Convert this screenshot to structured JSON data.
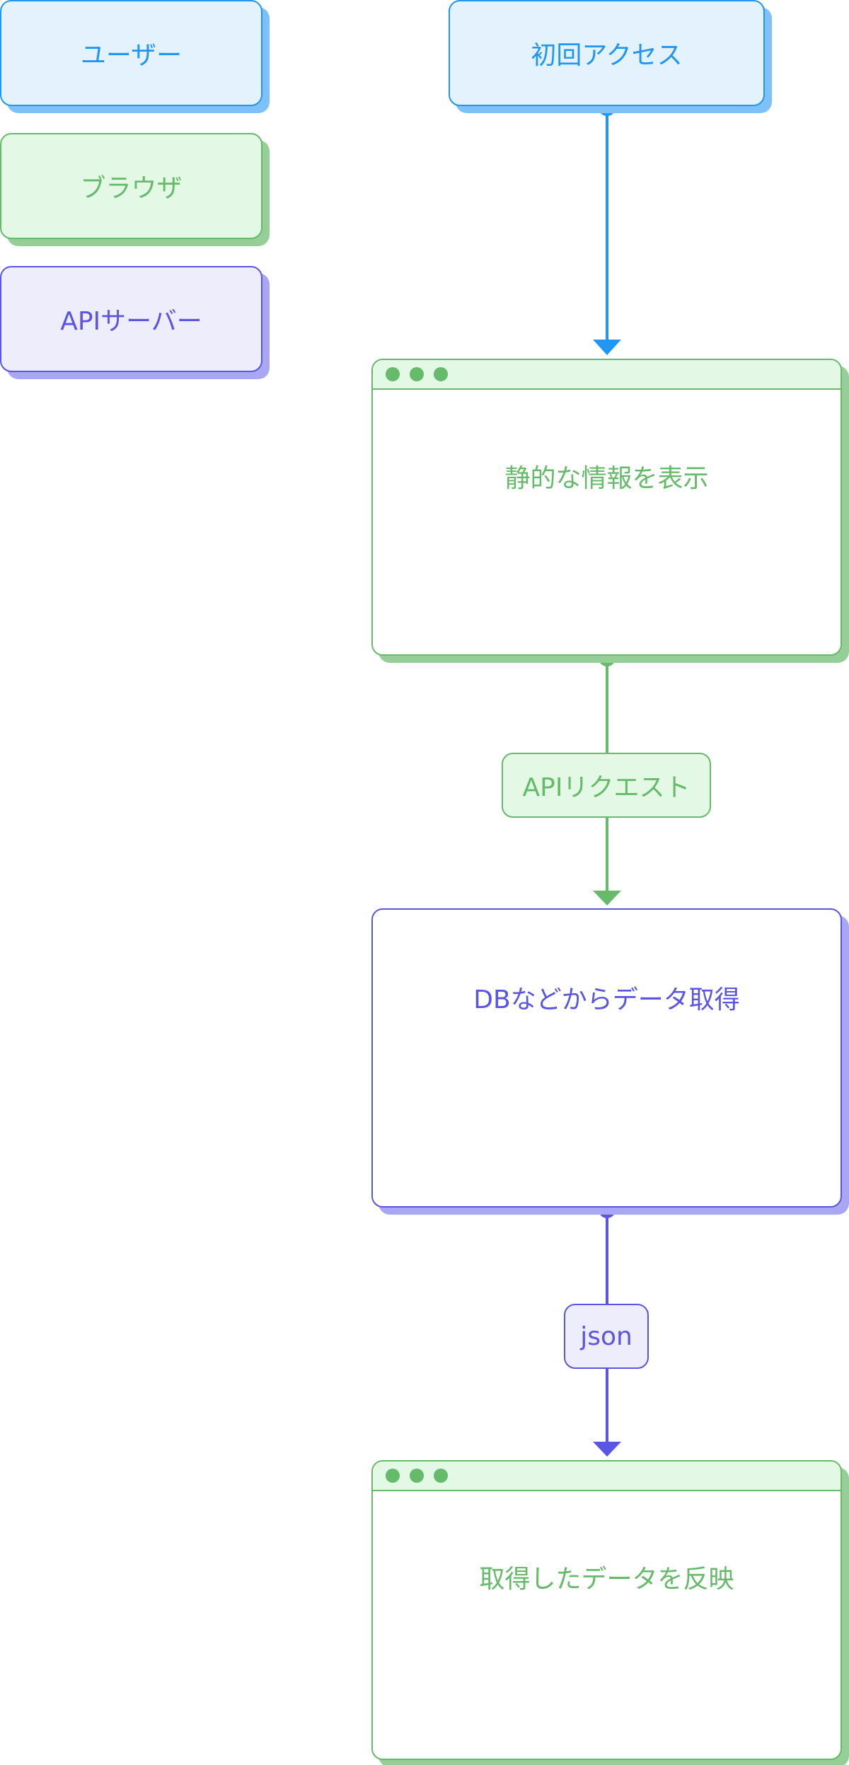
{
  "legend": {
    "user_label": "ユーザー",
    "browser_label": "ブラウザ",
    "api_label": "APIサーバー"
  },
  "nodes": {
    "initial_access": "初回アクセス",
    "static_info": "静的な情報を表示",
    "db_fetch": "DBなどからデータ取得",
    "reflect_data": "取得したデータを反映"
  },
  "edges": {
    "api_request": "APIリクエスト",
    "json": "json"
  },
  "colors": {
    "user": "#2196f3",
    "browser": "#66bb6a",
    "api": "#5b55e6"
  }
}
